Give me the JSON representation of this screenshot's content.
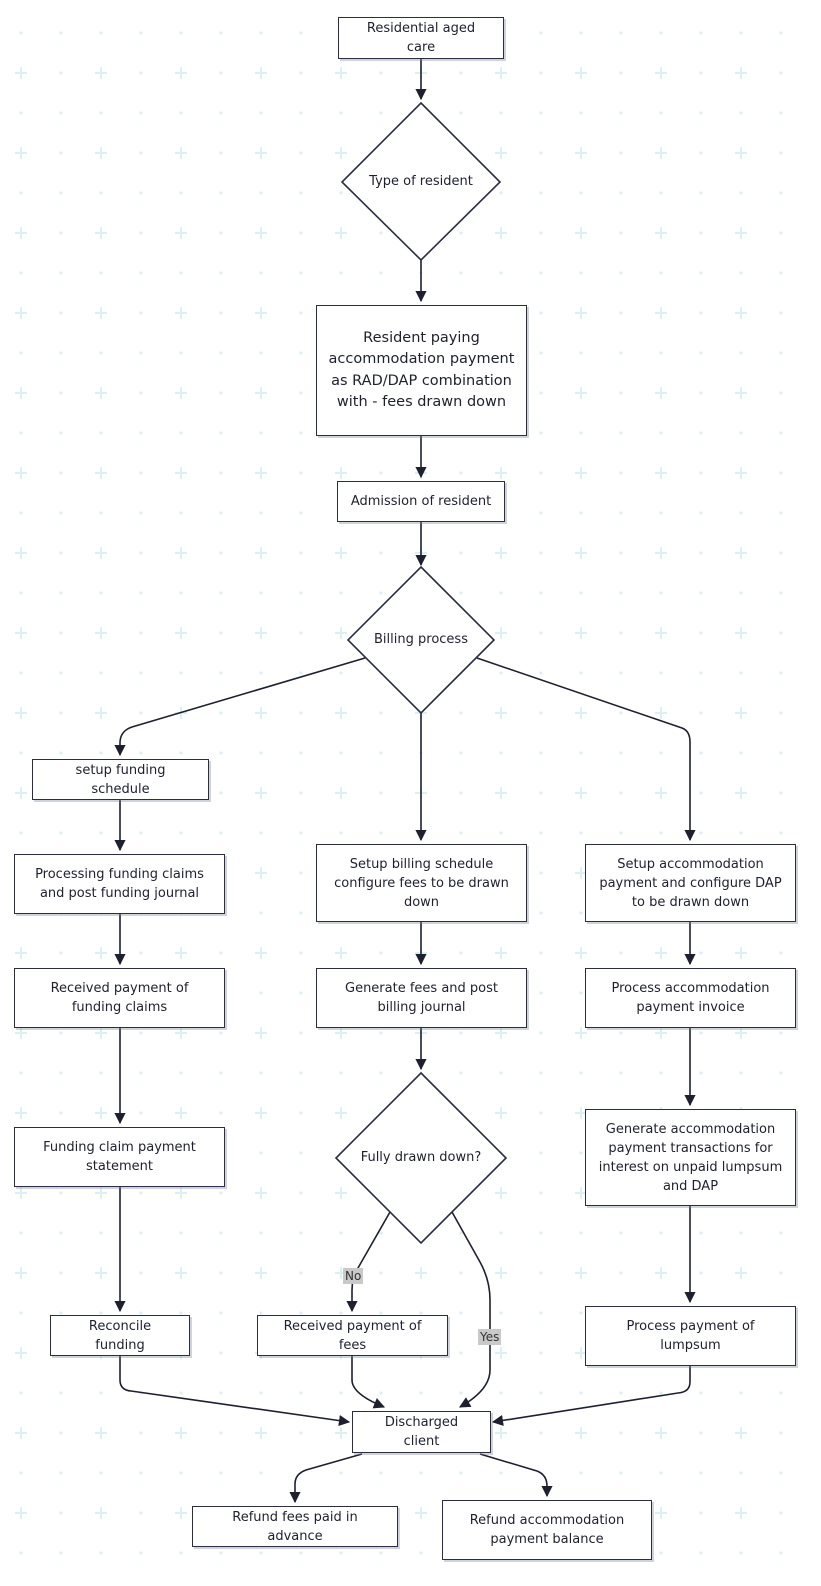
{
  "nodes": {
    "start": "Residential aged care",
    "type_decision": "Type of resident",
    "resident_paying": "Resident paying accommodation payment as RAD/DAP combination with - fees drawn down",
    "admission": "Admission of resident",
    "billing_decision": "Billing process",
    "setup_funding": "setup funding schedule",
    "processing_claims": "Processing funding claims and post funding journal",
    "received_claims": "Received payment of funding claims",
    "claim_statement": "Funding claim payment statement",
    "reconcile": "Reconcile funding",
    "setup_billing": "Setup billing schedule configure fees to be drawn down",
    "generate_fees": "Generate fees and post billing journal",
    "drawn_decision": "Fully drawn down?",
    "received_fees": "Received payment of fees",
    "setup_accommodation": "Setup accommodation payment and configure DAP to be drawn down",
    "process_invoice": "Process accommodation payment invoice",
    "generate_transactions": "Generate accommodation payment transactions for interest on unpaid lumpsum and DAP",
    "process_lumpsum": "Process payment of lumpsum",
    "discharged": "Discharged client",
    "refund_fees": "Refund fees paid in advance",
    "refund_accommodation": "Refund accommodation payment balance"
  },
  "edge_labels": {
    "no": "No",
    "yes": "Yes"
  },
  "colors": {
    "stroke": "#2b2d42",
    "text": "#1e2030",
    "grid_plus": "#dcf0f2",
    "edge_label_bg": "#c9c9c9"
  }
}
